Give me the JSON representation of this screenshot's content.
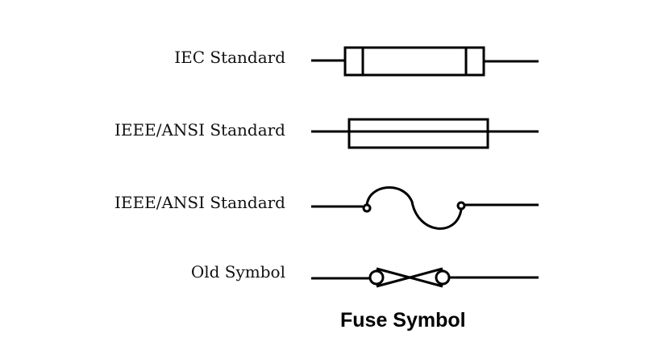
{
  "rows": [
    {
      "label": "IEC Standard"
    },
    {
      "label": "IEEE/ANSI Standard"
    },
    {
      "label": "IEEE/ANSI Standard"
    },
    {
      "label": "Old Symbol"
    }
  ],
  "title": "Fuse Symbol"
}
